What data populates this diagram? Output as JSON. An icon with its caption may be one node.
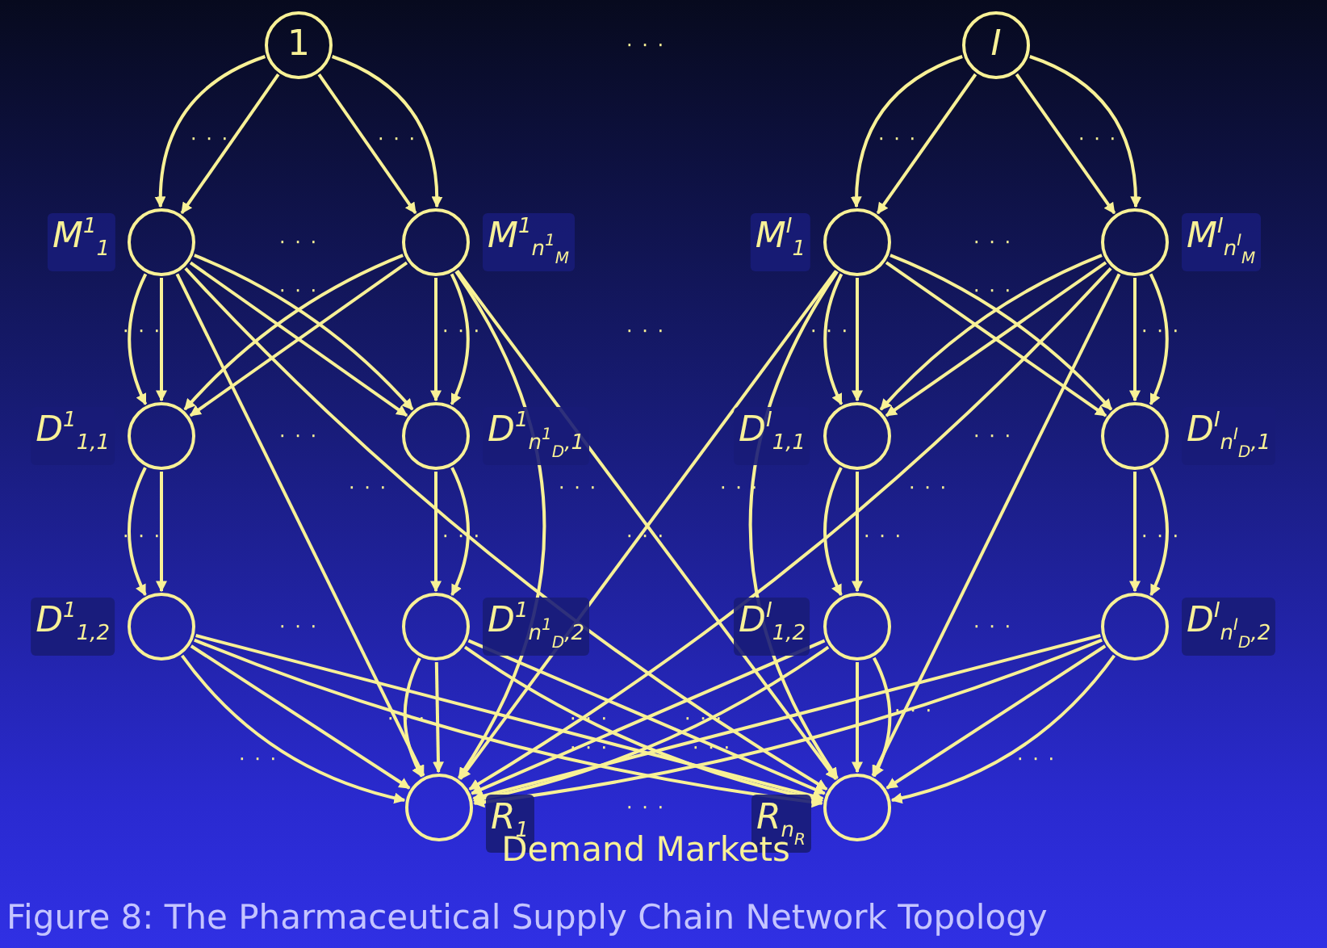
{
  "diagram": {
    "caption": "Figure 8: The Pharmaceutical Supply Chain Network Topology",
    "nodes": [
      {
        "text": [
          "1"
        ]
      },
      {
        "text": [
          "I"
        ]
      },
      {
        "text": [],
        "shape": "circle",
        "beside": [
          "M$^{1}$$_{1}$"
        ]
      },
      {
        "text": [],
        "shape": "circle",
        "beside": [
          "M$^{1}$$_{n}$$^{1}$$_{M}$"
        ]
      },
      {
        "text": [],
        "shape": "circle",
        "beside": [
          "M$^{I}$$_{1}$"
        ]
      },
      {
        "text": [],
        "shape": "circle",
        "beside": [
          "M$^{I}$$_{n}$$^{I}$$_{M}$"
        ]
      },
      {
        "text": [],
        "shape": "circle",
        "beside": [
          "D$^{1}$$_{1,1}$"
        ]
      },
      {
        "text": [],
        "shape": "circle",
        "beside": [
          "D$^{1}$$_{n}$$^{1}$$_{D}$$_{,1}$"
        ]
      },
      {
        "text": [],
        "shape": "circle",
        "beside": [
          "D$^{I}$$_{1,1}$"
        ]
      },
      {
        "text": [],
        "shape": "circle",
        "beside": [
          "D$^{I}$$_{n}$$^{I}$$_{D}$$_{,1}$"
        ]
      },
      {
        "text": [],
        "shape": "circle",
        "beside": [
          "D$^{1}$$_{1,2}$"
        ]
      },
      {
        "text": [],
        "shape": "circle",
        "beside": [
          "D$^{1}$$_{n}$$^{1}$$_{D}$$_{,2}$"
        ]
      },
      {
        "text": [],
        "shape": "circle",
        "beside": [
          "D$^{I}$$_{1,2}$"
        ]
      },
      {
        "text": [],
        "shape": "circle",
        "beside": [
          "D$^{I}$$_{n}$$^{I}$$_{D}$$_{,2}$"
        ]
      },
      {
        "text": [],
        "shape": "circle",
        "beside": [
          "R$_{1}$"
        ]
      },
      {
        "text": [],
        "shape": "circle",
        "beside": [
          "R$_{n}$$_{R}$"
        ]
      }
    ],
    "edges": [
      {
        "from": 0,
        "to": 2,
        "arrow": "to"
      },
      {
        "from": 0,
        "to": 2,
        "arrow": "to"
      },
      {
        "from": 0,
        "to": 3,
        "arrow": "to"
      },
      {
        "from": 0,
        "to": 3,
        "arrow": "to"
      },
      {
        "from": 1,
        "to": 4,
        "arrow": "to"
      },
      {
        "from": 1,
        "to": 4,
        "arrow": "to"
      },
      {
        "from": 1,
        "to": 5,
        "arrow": "to"
      },
      {
        "from": 1,
        "to": 5,
        "arrow": "to"
      },
      {
        "from": 2,
        "to": 6,
        "arrow": "to"
      },
      {
        "from": 2,
        "to": 6,
        "arrow": "to"
      },
      {
        "from": 2,
        "to": 7,
        "arrow": "to"
      },
      {
        "from": 2,
        "to": 7,
        "arrow": "to"
      },
      {
        "from": 3,
        "to": 6,
        "arrow": "to"
      },
      {
        "from": 3,
        "to": 6,
        "arrow": "to"
      },
      {
        "from": 3,
        "to": 7,
        "arrow": "to"
      },
      {
        "from": 3,
        "to": 7,
        "arrow": "to"
      },
      {
        "from": 4,
        "to": 8,
        "arrow": "to"
      },
      {
        "from": 4,
        "to": 8,
        "arrow": "to"
      },
      {
        "from": 4,
        "to": 9,
        "arrow": "to"
      },
      {
        "from": 4,
        "to": 9,
        "arrow": "to"
      },
      {
        "from": 5,
        "to": 8,
        "arrow": "to"
      },
      {
        "from": 5,
        "to": 8,
        "arrow": "to"
      },
      {
        "from": 5,
        "to": 9,
        "arrow": "to"
      },
      {
        "from": 5,
        "to": 9,
        "arrow": "to"
      },
      {
        "from": 2,
        "to": 14,
        "arrow": "to"
      },
      {
        "from": 2,
        "to": 15,
        "arrow": "to"
      },
      {
        "from": 3,
        "to": 14,
        "arrow": "to"
      },
      {
        "from": 3,
        "to": 15,
        "arrow": "to"
      },
      {
        "from": 4,
        "to": 14,
        "arrow": "to"
      },
      {
        "from": 4,
        "to": 15,
        "arrow": "to"
      },
      {
        "from": 5,
        "to": 14,
        "arrow": "to"
      },
      {
        "from": 5,
        "to": 15,
        "arrow": "to"
      },
      {
        "from": 6,
        "to": 10,
        "arrow": "to"
      },
      {
        "from": 6,
        "to": 10,
        "arrow": "to"
      },
      {
        "from": 7,
        "to": 11,
        "arrow": "to"
      },
      {
        "from": 7,
        "to": 11,
        "arrow": "to"
      },
      {
        "from": 8,
        "to": 12,
        "arrow": "to"
      },
      {
        "from": 8,
        "to": 12,
        "arrow": "to"
      },
      {
        "from": 9,
        "to": 13,
        "arrow": "to"
      },
      {
        "from": 9,
        "to": 13,
        "arrow": "to"
      },
      {
        "from": 10,
        "to": 14,
        "arrow": "to"
      },
      {
        "from": 10,
        "to": 14,
        "arrow": "to"
      },
      {
        "from": 10,
        "to": 15,
        "arrow": "to"
      },
      {
        "from": 10,
        "to": 15,
        "arrow": "to"
      },
      {
        "from": 11,
        "to": 14,
        "arrow": "to"
      },
      {
        "from": 11,
        "to": 14,
        "arrow": "to"
      },
      {
        "from": 11,
        "to": 15,
        "arrow": "to"
      },
      {
        "from": 11,
        "to": 15,
        "arrow": "to"
      },
      {
        "from": 12,
        "to": 14,
        "arrow": "to"
      },
      {
        "from": 12,
        "to": 14,
        "arrow": "to"
      },
      {
        "from": 12,
        "to": 15,
        "arrow": "to"
      },
      {
        "from": 12,
        "to": 15,
        "arrow": "to"
      },
      {
        "from": 13,
        "to": 14,
        "arrow": "to"
      },
      {
        "from": 13,
        "to": 14,
        "arrow": "to"
      },
      {
        "from": 13,
        "to": 15,
        "arrow": "to"
      },
      {
        "from": 13,
        "to": 15,
        "arrow": "to"
      }
    ],
    "labels": [
      "· · ·",
      "· · ·",
      "· · ·",
      "· · ·",
      "· · ·",
      "· · ·",
      "· · ·",
      "· · ·",
      "· · ·",
      "· · ·",
      "· · ·",
      "· · ·",
      "· · ·",
      "· · ·",
      "· · ·",
      "· · ·",
      "· · ·",
      "· · ·",
      "· · ·",
      "· · ·",
      "· · ·",
      "· · ·",
      "· · ·",
      "· · ·",
      "· · ·",
      "· · ·",
      "· · ·",
      "· · ·",
      "· · ·",
      "· · ·",
      "· · ·",
      "· · ·",
      "· · ·",
      "· · ·",
      "· · ·",
      "· · ·",
      "Demand Markets"
    ]
  }
}
